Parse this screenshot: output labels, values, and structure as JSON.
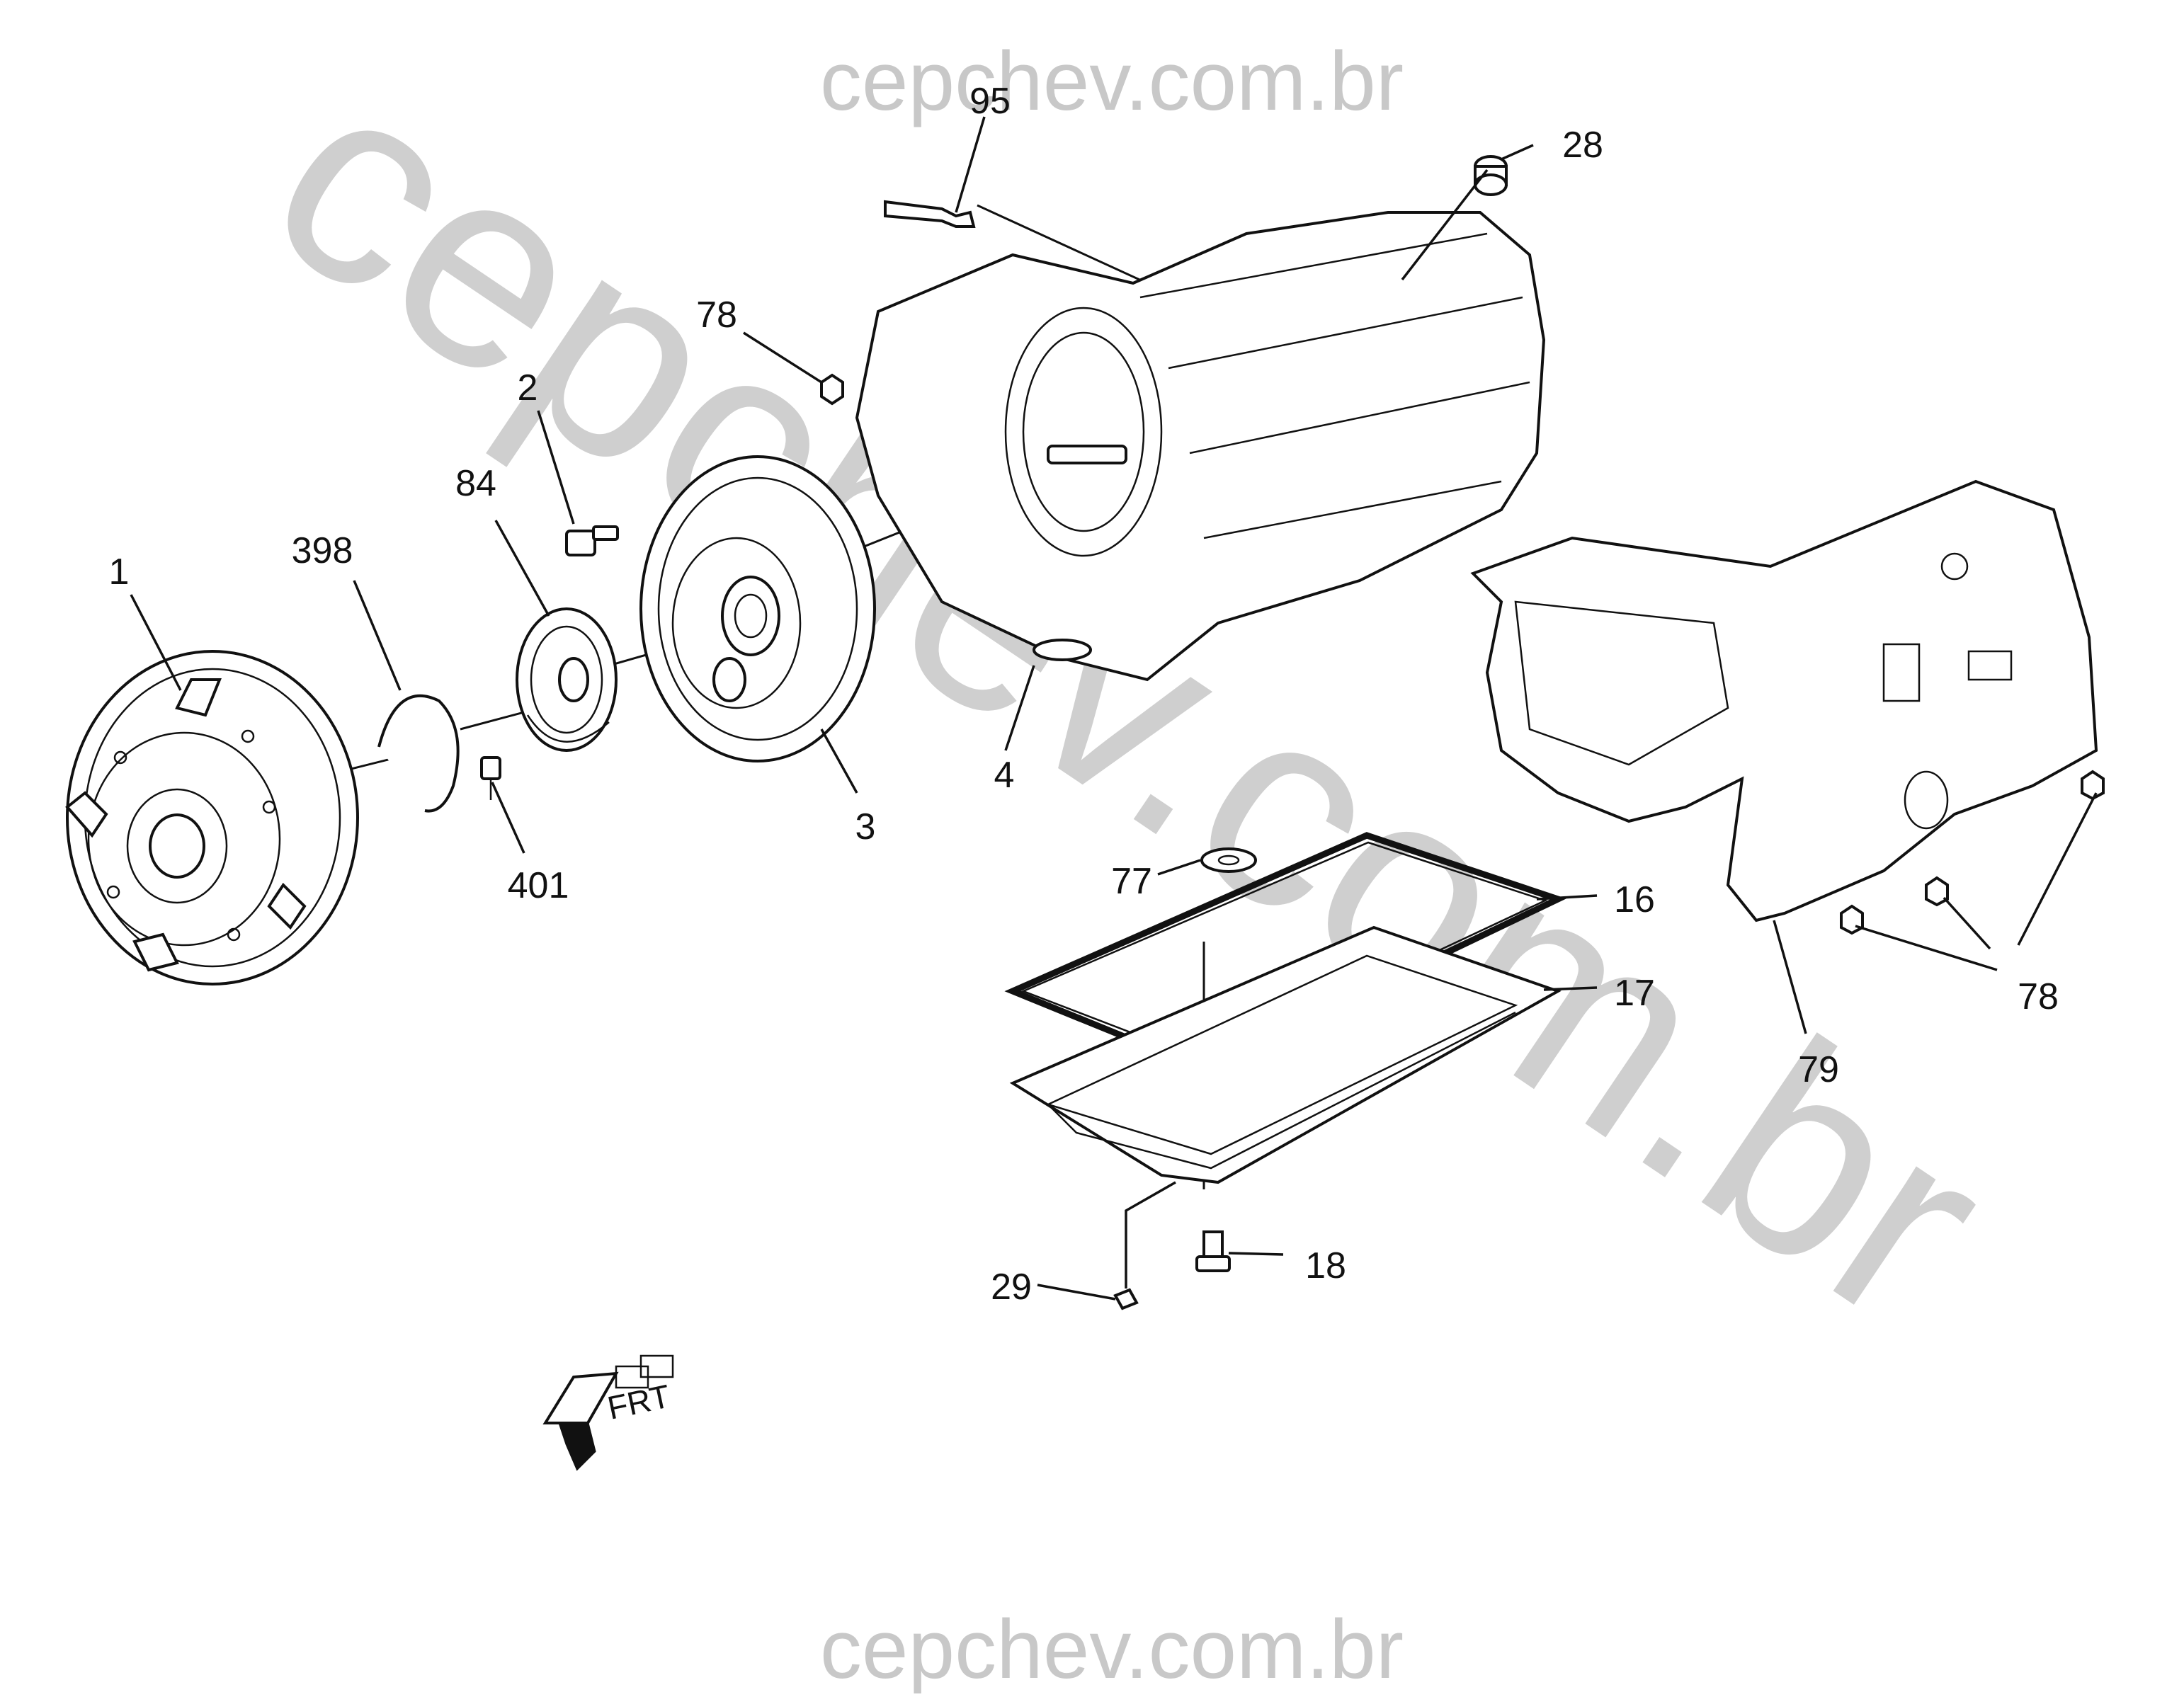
{
  "watermark": {
    "top": "cepchev.com.br",
    "bottom": "cepchev.com.br",
    "diagonal": "cepchev.com.br"
  },
  "callouts": {
    "c95": "95",
    "c28": "28",
    "c78_top": "78",
    "c2": "2",
    "c84": "84",
    "c398": "398",
    "c1": "1",
    "c401": "401",
    "c3": "3",
    "c4": "4",
    "c77": "77",
    "c16": "16",
    "c17": "17",
    "c78_right": "78",
    "c79": "79",
    "c29": "29",
    "c18": "18"
  },
  "frt_indicator": {
    "label": "FRT"
  },
  "colors": {
    "line": "#111111",
    "watermark": "#c8c8c8",
    "background": "#ffffff"
  }
}
